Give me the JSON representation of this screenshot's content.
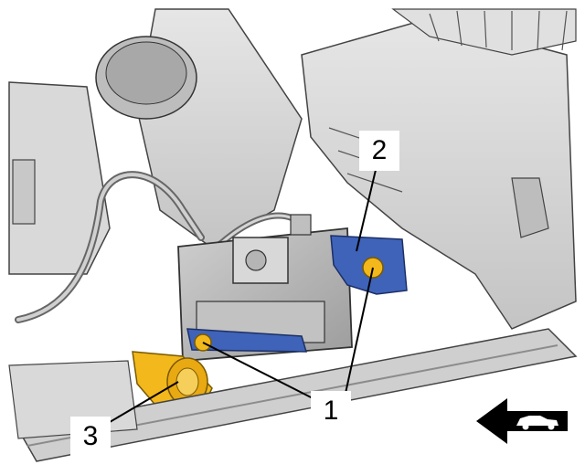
{
  "callouts": {
    "one": "1",
    "two": "2",
    "three": "3"
  },
  "colors": {
    "background": "#ffffff",
    "part_gray": "#d4d4d4",
    "part_dark": "#8a8a8a",
    "outline": "#3a3a3a",
    "bracket_blue": "#3f63b8",
    "bolt_yellow": "#f2b81c"
  },
  "icons": {
    "direction": "front-of-vehicle-arrow-icon"
  }
}
